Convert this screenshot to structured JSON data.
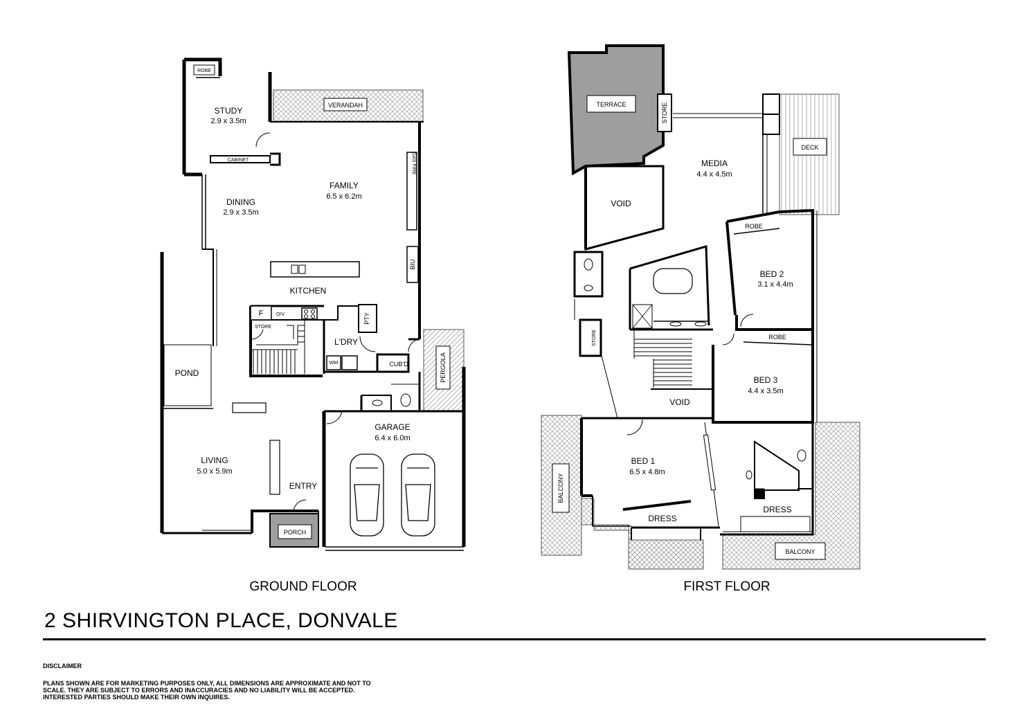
{
  "title": "2 SHIRVINGTON PLACE, DONVALE",
  "disclaimer": {
    "heading": "DISCLAIMER",
    "text": "PLANS SHOWN ARE FOR MARKETING PURPOSES ONLY, ALL DIMENSIONS ARE APPROXIMATE AND NOT TO SCALE. THEY ARE SUBJECT TO ERRORS AND INACCURACIES AND NO LIABILITY WILL BE ACCEPTED. INTERESTED PARTIES SHOULD MAKE THEIR OWN INQUIRES."
  },
  "ground_floor": {
    "label": "GROUND FLOOR",
    "study": {
      "name": "STUDY",
      "dim": "2.9 x 3.5m"
    },
    "robe": "ROBE",
    "cabinet": "CABINET",
    "verandah": "VERANDAH",
    "gas_fire": "GAS FIRE",
    "family": {
      "name": "FAMILY",
      "dim": "6.5 x 6.2m"
    },
    "dining": {
      "name": "DINING",
      "dim": "2.9 x 3.5m"
    },
    "biu": "BIU",
    "kitchen": "KITCHEN",
    "fridge": "F",
    "oven": "O/V",
    "pantry": "PTY",
    "store": "STORE",
    "laundry": "L'DRY",
    "wm": "WM",
    "cupboard": "CUB'D",
    "pergola": "PERGOLA",
    "pond": "POND",
    "garage": {
      "name": "GARAGE",
      "dim": "6.4 x 6.0m"
    },
    "living": {
      "name": "LIVING",
      "dim": "5.0 x 5.9m"
    },
    "entry": "ENTRY",
    "porch": "PORCH"
  },
  "first_floor": {
    "label": "FIRST FLOOR",
    "terrace": "TERRACE",
    "store_top": "STORE",
    "media": {
      "name": "MEDIA",
      "dim": "4.4 x 4.5m"
    },
    "deck": "DECK",
    "void_top": "VOID",
    "robe_bed2": "ROBE",
    "bed2": {
      "name": "BED 2",
      "dim": "3.1 x 4.4m"
    },
    "store_left": "STORE",
    "robe_bed3": "ROBE",
    "bed3": {
      "name": "BED 3",
      "dim": "4.4 x 3.5m"
    },
    "void_stair": "VOID",
    "bed1": {
      "name": "BED 1",
      "dim": "6.5 x 4.8m"
    },
    "balcony_left": "BALCONY",
    "dress_left": "DRESS",
    "dress_right": "DRESS",
    "balcony_right": "BALCONY"
  },
  "colors": {
    "wall": "#000000",
    "shade": "#9e9e9e",
    "hatch": "#8c8c8c"
  }
}
